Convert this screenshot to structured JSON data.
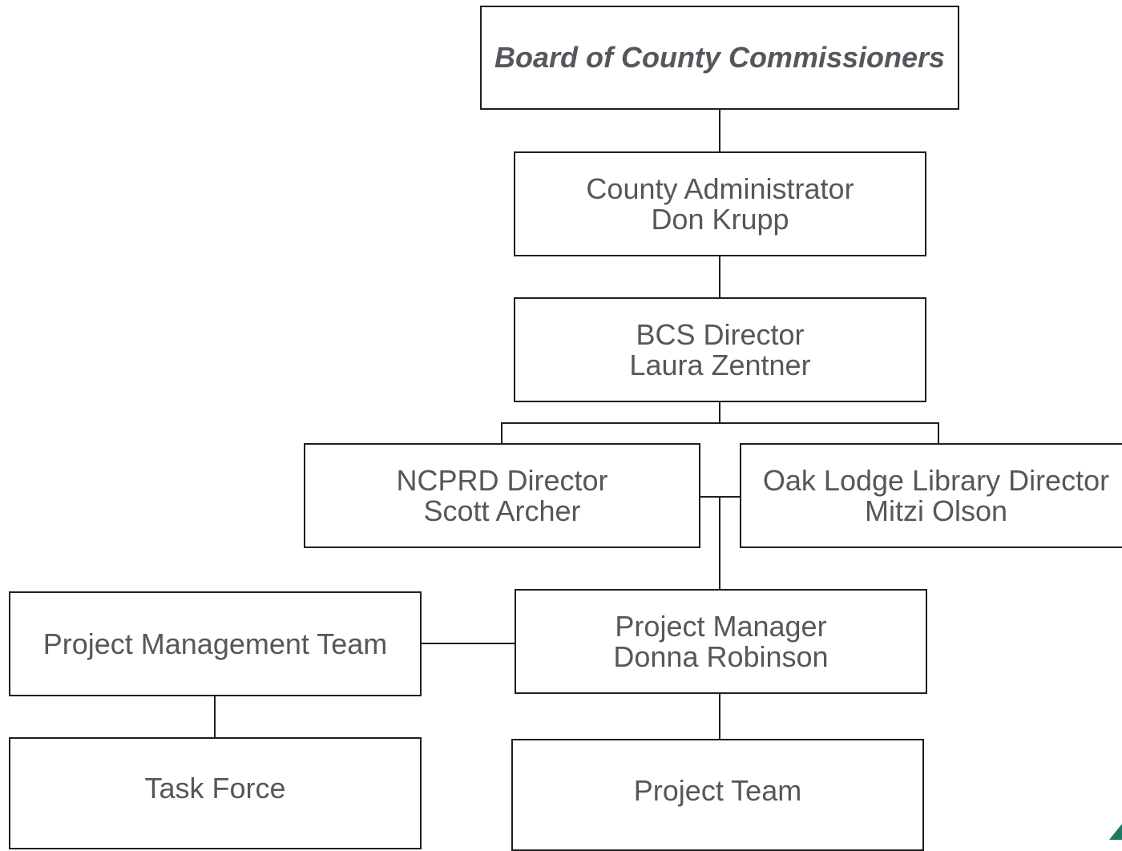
{
  "nodes": {
    "board": {
      "line1": "Board of County Commissioners"
    },
    "admin": {
      "line1": "County Administrator",
      "line2": "Don Krupp"
    },
    "bcs": {
      "line1": "BCS Director",
      "line2": "Laura Zentner"
    },
    "ncprd": {
      "line1": "NCPRD Director",
      "line2": "Scott Archer"
    },
    "library": {
      "line1": "Oak Lodge Library Director",
      "line2": "Mitzi Olson"
    },
    "pmt": {
      "line1": "Project Management Team"
    },
    "pm": {
      "line1": "Project Manager",
      "line2": "Donna Robinson"
    },
    "task_force": {
      "line1": "Task Force"
    },
    "project_team": {
      "line1": "Project Team"
    }
  },
  "colors": {
    "box_border": "#1f1f1f",
    "text": "#55575c",
    "accent": "#1f7a63"
  }
}
